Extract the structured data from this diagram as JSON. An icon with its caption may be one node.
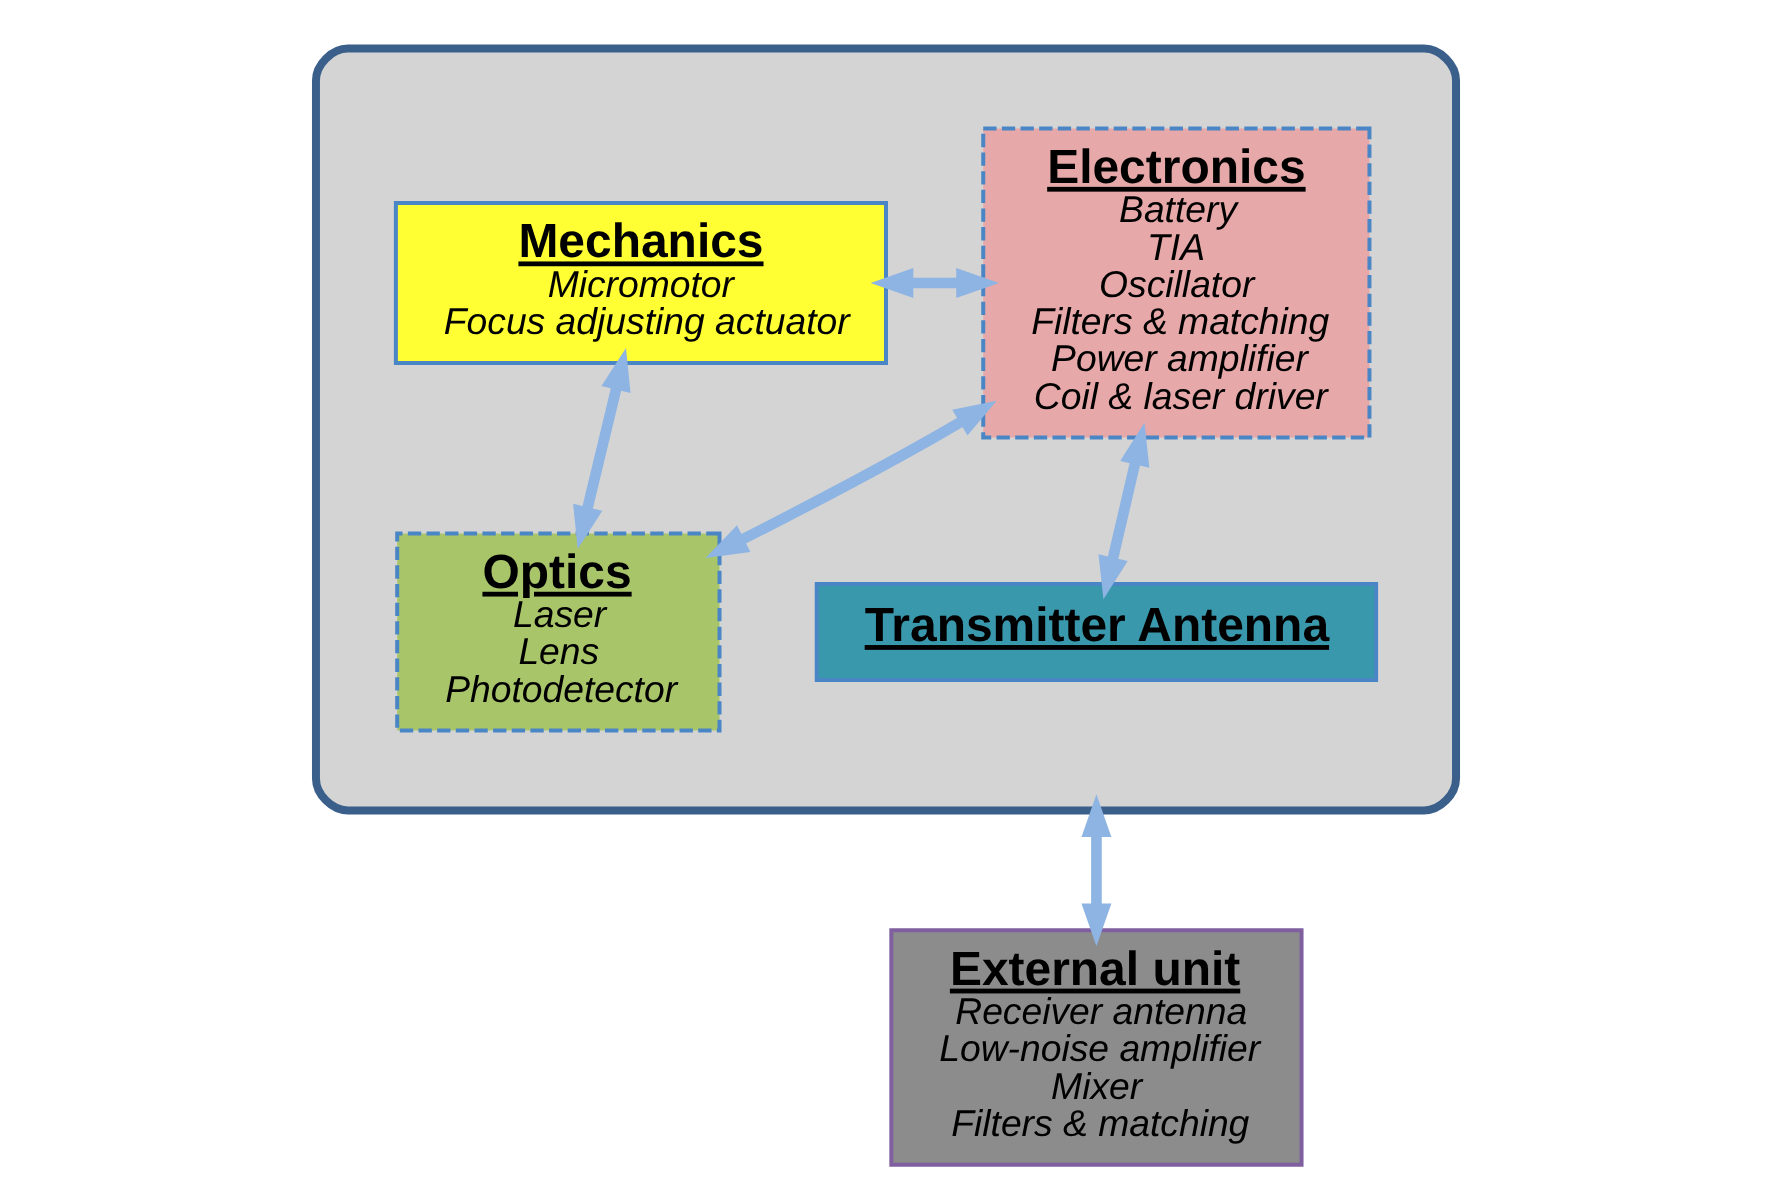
{
  "diagram": {
    "nodes": [
      {
        "text": [],
        "shape": "capsule"
      },
      {
        "text": [
          "Mechanics",
          "Micromotor",
          "Focus adjusting actuator"
        ],
        "in": 0
      },
      {
        "text": [
          "Electronics",
          "Battery",
          "TIA",
          "Oscillator",
          "Filters & matching",
          "Power amplifier",
          "Coil & laser driver"
        ],
        "in": 0
      },
      {
        "text": [
          "Optics",
          "Laser",
          "Lens",
          "Photodetector"
        ],
        "in": 0
      },
      {
        "text": [
          "Transmitter Antenna"
        ],
        "in": 0
      },
      {
        "text": [
          "External unit",
          "Receiver antenna",
          "Low-noise amplifier",
          "Mixer",
          "Filters & matching"
        ]
      }
    ],
    "edges": [
      {
        "from": 1,
        "to": 2,
        "arrow": "both"
      },
      {
        "from": 1,
        "to": 3,
        "arrow": "both"
      },
      {
        "from": 3,
        "to": 2,
        "arrow": "both"
      },
      {
        "from": 2,
        "to": 4,
        "arrow": "both"
      },
      {
        "from": 0,
        "to": 5,
        "arrow": "both"
      }
    ]
  }
}
